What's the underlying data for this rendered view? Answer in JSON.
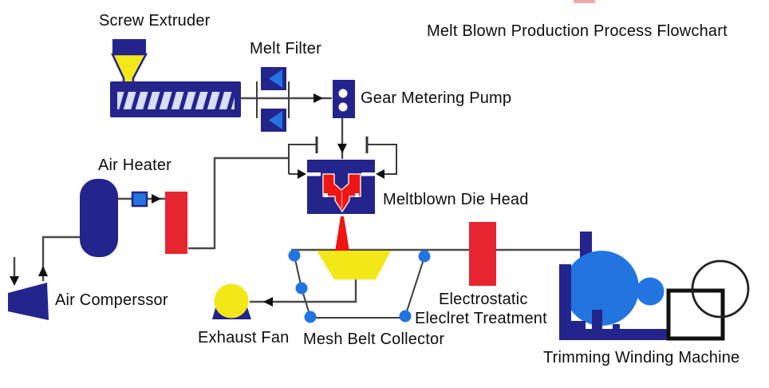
{
  "title": "Melt Blown Production Process Flowchart",
  "colors": {
    "navy": "#23248c",
    "bright_blue": "#2274e0",
    "yellow": "#f2e818",
    "red": "#e62530",
    "die_red": "#ee1512",
    "line": "#4a4a4a",
    "text": "#0d0d0d"
  },
  "components": {
    "screw_extruder": {
      "label": "Screw Extruder"
    },
    "melt_filter": {
      "label": "Melt Filter"
    },
    "gear_metering_pump": {
      "label": "Gear Metering Pump"
    },
    "air_heater": {
      "label": "Air Heater"
    },
    "air_compressor": {
      "label": "Air Comperssor"
    },
    "meltblown_die_head": {
      "label": "Meltblown Die Head"
    },
    "exhaust_fan": {
      "label": "Exhaust Fan"
    },
    "mesh_belt_collector": {
      "label": "Mesh Belt Collector"
    },
    "electrostatic_treatment": {
      "label_line1": "Electrostatic",
      "label_line2": "Eleclret Treatment"
    },
    "trimming_winding_machine": {
      "label": "Trimming Winding Machine"
    }
  }
}
